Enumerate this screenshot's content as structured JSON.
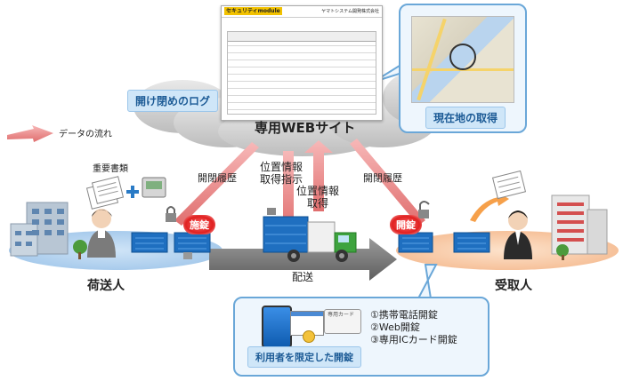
{
  "website": {
    "title": "専用WEBサイト",
    "logo_left": "セキュリティmodule",
    "logo_right": "ヤマトシステム開発株式会社",
    "log_tag": "開け閉めのログ"
  },
  "map_callout": {
    "label": "現在地の取得"
  },
  "legend": {
    "label": "データの流れ"
  },
  "flows": {
    "left": "開閉履歴",
    "mid1_line1": "位置情報",
    "mid1_line2": "取得指示",
    "mid2_line1": "位置情報",
    "mid2_line2": "取得",
    "right": "開閉履歴"
  },
  "doc_label": "重要書類",
  "lock_badge": "施錠",
  "unlock_badge": "開錠",
  "delivery": "配送",
  "sender": "荷送人",
  "receiver": "受取人",
  "unlock_box": {
    "items": [
      "①携帯電話開錠",
      "②Web開錠",
      "③専用ICカード開錠"
    ],
    "card_label": "専用カード",
    "tag": "利用者を限定した開錠"
  }
}
